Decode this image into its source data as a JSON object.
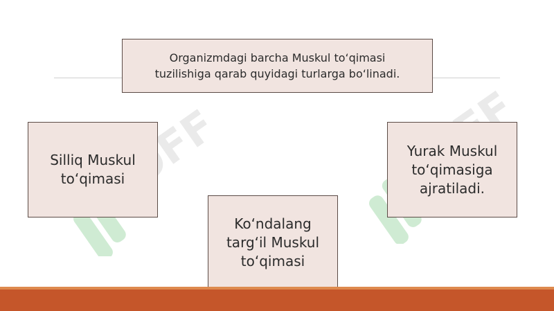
{
  "diagram": {
    "top_node": {
      "line1": "Organizmdagi barcha Muskul to‘qimasi",
      "line2": "tuzilishiga qarab quyidagi turlarga bo‘linadi."
    },
    "left_node": {
      "line1": "Silliq Muskul",
      "line2": "to‘qimasi"
    },
    "bottom_node": {
      "line1": "Ko‘ndalang",
      "line2": "targ‘il Muskul",
      "line3": "to‘qimasi"
    },
    "right_node": {
      "line1": "Yurak Muskul",
      "line2": "to‘qimasiga",
      "line3": "ajratiladi."
    }
  },
  "watermark": {
    "text": "SOFF"
  },
  "colors": {
    "box_fill": "#f1e4e0",
    "box_border": "#5a4a45",
    "footer_bar": "#c5562a",
    "footer_highlight": "#de8a4e",
    "watermark_green": "#a8dcb0",
    "watermark_gray": "#d9d9d9"
  }
}
